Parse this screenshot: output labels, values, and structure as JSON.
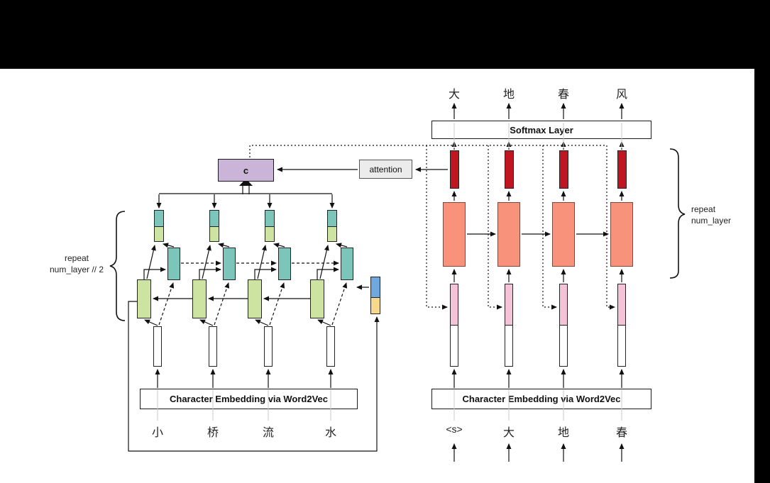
{
  "colors": {
    "encoder_forward_green": "#cde3a1",
    "encoder_backward_teal": "#7cc5bb",
    "context_purple": "#cab5d8",
    "attention_gray": "#ececec",
    "decoder_hidden_salmon": "#f8927b",
    "decoder_output_red": "#bf1622",
    "decoder_embed_pink": "#f5c3d7",
    "carry_state_blue": "#6fa8dc",
    "carry_state_yellow": "#f6d88f",
    "embedding_white": "#ffffff"
  },
  "encoder": {
    "input_chars": [
      "小",
      "桥",
      "流",
      "水"
    ],
    "embedding_label": "Character Embedding via Word2Vec",
    "repeat_label": {
      "line1": "repeat",
      "line2": "num_layer // 2"
    },
    "context_label": "c",
    "attention_label": "attention"
  },
  "decoder": {
    "input_chars": [
      "<s>",
      "大",
      "地",
      "春"
    ],
    "output_chars": [
      "大",
      "地",
      "春",
      "风"
    ],
    "embedding_label": "Character Embedding via Word2Vec",
    "softmax_label": "Softmax Layer",
    "repeat_label": {
      "line1": "repeat",
      "line2": "num_layer"
    }
  }
}
